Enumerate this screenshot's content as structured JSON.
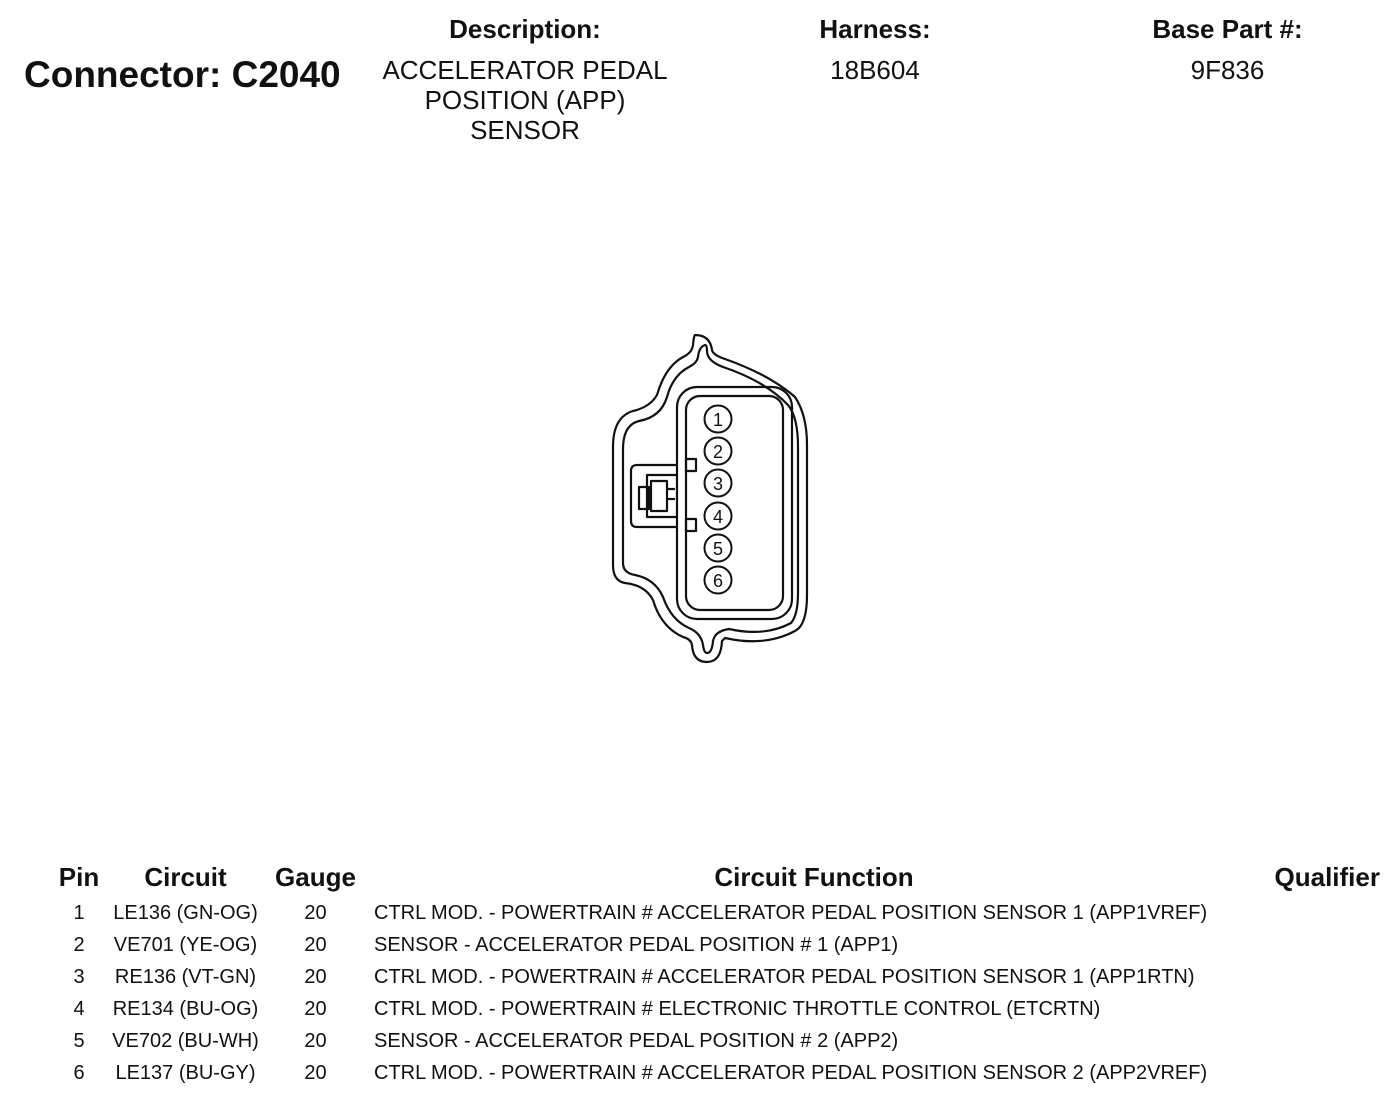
{
  "header": {
    "connector_title": "Connector: C2040",
    "description_label": "Description:",
    "description_lines": [
      "ACCELERATOR PEDAL",
      "POSITION (APP)",
      "SENSOR"
    ],
    "harness_label": "Harness:",
    "harness_value": "18B604",
    "base_part_label": "Base Part #:",
    "base_part_value": "9F836"
  },
  "connector": {
    "pin_labels": [
      "1",
      "2",
      "3",
      "4",
      "5",
      "6"
    ]
  },
  "table": {
    "columns": {
      "pin": "Pin",
      "circuit": "Circuit",
      "gauge": "Gauge",
      "function": "Circuit Function",
      "qualifier": "Qualifier"
    },
    "rows": [
      {
        "pin": "1",
        "circuit": "LE136 (GN-OG)",
        "gauge": "20",
        "function": "CTRL MOD. - POWERTRAIN # ACCELERATOR PEDAL POSITION SENSOR 1 (APP1VREF)",
        "qualifier": ""
      },
      {
        "pin": "2",
        "circuit": "VE701 (YE-OG)",
        "gauge": "20",
        "function": "SENSOR - ACCELERATOR PEDAL POSITION # 1 (APP1)",
        "qualifier": ""
      },
      {
        "pin": "3",
        "circuit": "RE136 (VT-GN)",
        "gauge": "20",
        "function": "CTRL MOD. - POWERTRAIN # ACCELERATOR PEDAL POSITION SENSOR 1 (APP1RTN)",
        "qualifier": ""
      },
      {
        "pin": "4",
        "circuit": "RE134 (BU-OG)",
        "gauge": "20",
        "function": "CTRL MOD. - POWERTRAIN # ELECTRONIC THROTTLE CONTROL (ETCRTN)",
        "qualifier": ""
      },
      {
        "pin": "5",
        "circuit": "VE702 (BU-WH)",
        "gauge": "20",
        "function": "SENSOR - ACCELERATOR PEDAL POSITION # 2 (APP2)",
        "qualifier": ""
      },
      {
        "pin": "6",
        "circuit": "LE137 (BU-GY)",
        "gauge": "20",
        "function": "CTRL MOD. - POWERTRAIN # ACCELERATOR PEDAL POSITION SENSOR 2 (APP2VREF)",
        "qualifier": ""
      }
    ]
  }
}
